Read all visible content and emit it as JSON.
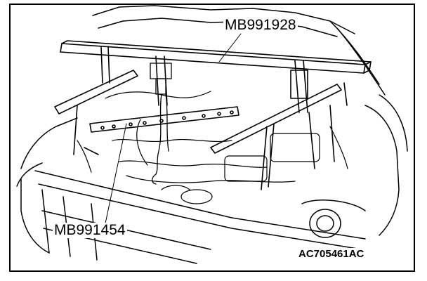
{
  "callouts": {
    "top_label": "MB991928",
    "bottom_label": "MB991454"
  },
  "figure_id": "AC705461AC",
  "colors": {
    "line": "#000000",
    "background": "#ffffff"
  }
}
